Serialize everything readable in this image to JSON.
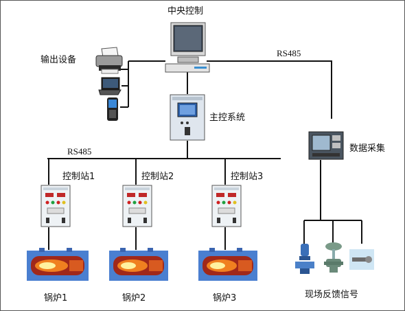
{
  "title": "中央控制",
  "labels": {
    "output": "输出设备",
    "main_control": "主控系统",
    "data_collection": "数据采集",
    "field_feedback": "现场反馈信号",
    "rs485_top": "RS485",
    "rs485_bus": "RS485"
  },
  "stations": [
    "控制站1",
    "控制站2",
    "控制站3"
  ],
  "boilers": [
    "锅炉1",
    "锅炉2",
    "锅炉3"
  ]
}
